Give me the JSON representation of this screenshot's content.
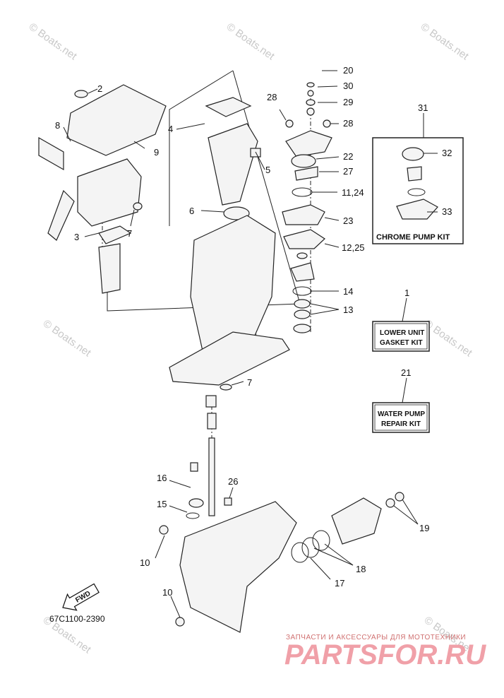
{
  "watermark": "© Boats.net",
  "callouts": {
    "c1": "1",
    "c2": "2",
    "c3": "3",
    "c4": "4",
    "c5": "5",
    "c6": "6",
    "c7a": "7",
    "c7b": "7",
    "c8": "8",
    "c9": "9",
    "c10a": "10",
    "c10b": "10",
    "c11": "11,24",
    "c12": "12,25",
    "c13": "13",
    "c14": "14",
    "c15": "15",
    "c16": "16",
    "c17": "17",
    "c18": "18",
    "c19": "19",
    "c20": "20",
    "c21": "21",
    "c22": "22",
    "c23": "23",
    "c26": "26",
    "c27": "27",
    "c28a": "28",
    "c28b": "28",
    "c29": "29",
    "c30": "30",
    "c31": "31",
    "c32": "32",
    "c33": "33"
  },
  "boxes": {
    "chrome_pump_kit": "CHROME PUMP KIT",
    "lower_unit_gasket_line1": "LOWER UNIT",
    "lower_unit_gasket_line2": "GASKET KIT",
    "water_pump_line1": "WATER PUMP",
    "water_pump_line2": "REPAIR KIT"
  },
  "fwd_label": "FWD",
  "diagram_code": "67C1100-2390",
  "brand": {
    "tagline": "ЗАПЧАСТИ И АКСЕССУАРЫ ДЛЯ МОТОТЕХНИКИ",
    "logo": "PARTSFOR.RU"
  }
}
